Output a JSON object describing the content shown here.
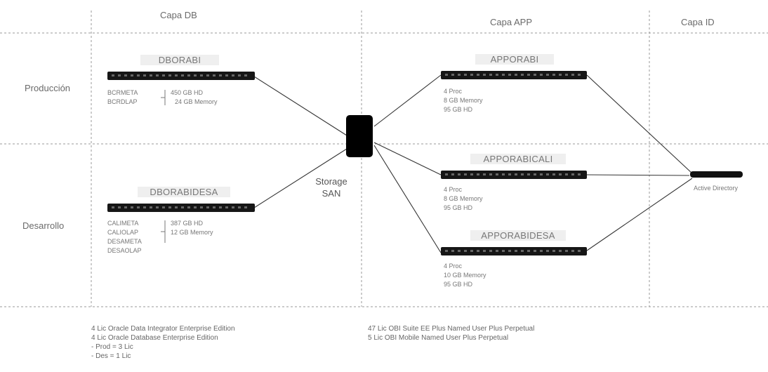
{
  "layers": {
    "db": "Capa DB",
    "app": "Capa APP",
    "id": "Capa ID"
  },
  "environments": {
    "prod": "Producción",
    "dev": "Desarrollo"
  },
  "db_servers": {
    "prod": {
      "name": "DBORABI",
      "schemas": [
        "BCRMETA",
        "BCRDLAP"
      ],
      "specs": [
        "450 GB HD",
        "24 GB Memory"
      ]
    },
    "dev": {
      "name": "DBORABIDESA",
      "schemas": [
        "CALIMETA",
        "CALIOLAP",
        "DESAMETA",
        "DESAOLAP"
      ],
      "specs": [
        "387 GB HD",
        "12 GB Memory"
      ]
    }
  },
  "storage": {
    "line1": "Storage",
    "line2": "SAN"
  },
  "app_servers": [
    {
      "name": "APPORABI",
      "specs": [
        "4 Proc",
        "8 GB Memory",
        "95 GB HD"
      ]
    },
    {
      "name": "APPORABICALI",
      "specs": [
        "4 Proc",
        "8 GB Memory",
        "95 GB HD"
      ]
    },
    {
      "name": "APPORABIDESA",
      "specs": [
        "4 Proc",
        "10 GB Memory",
        "95 GB HD"
      ]
    }
  ],
  "directory": {
    "label": "Active Directory"
  },
  "licenses_left": [
    "4 Lic Oracle Data Integrator Enterprise Edition",
    "4 Lic Oracle Database Enterprise Edition",
    "- Prod = 3 Lic",
    "- Des = 1 Lic"
  ],
  "licenses_right": [
    "47 Lic OBI Suite EE Plus Named User Plus Perpetual",
    "5  Lic OBI Mobile Named User Plus Perpetual"
  ]
}
